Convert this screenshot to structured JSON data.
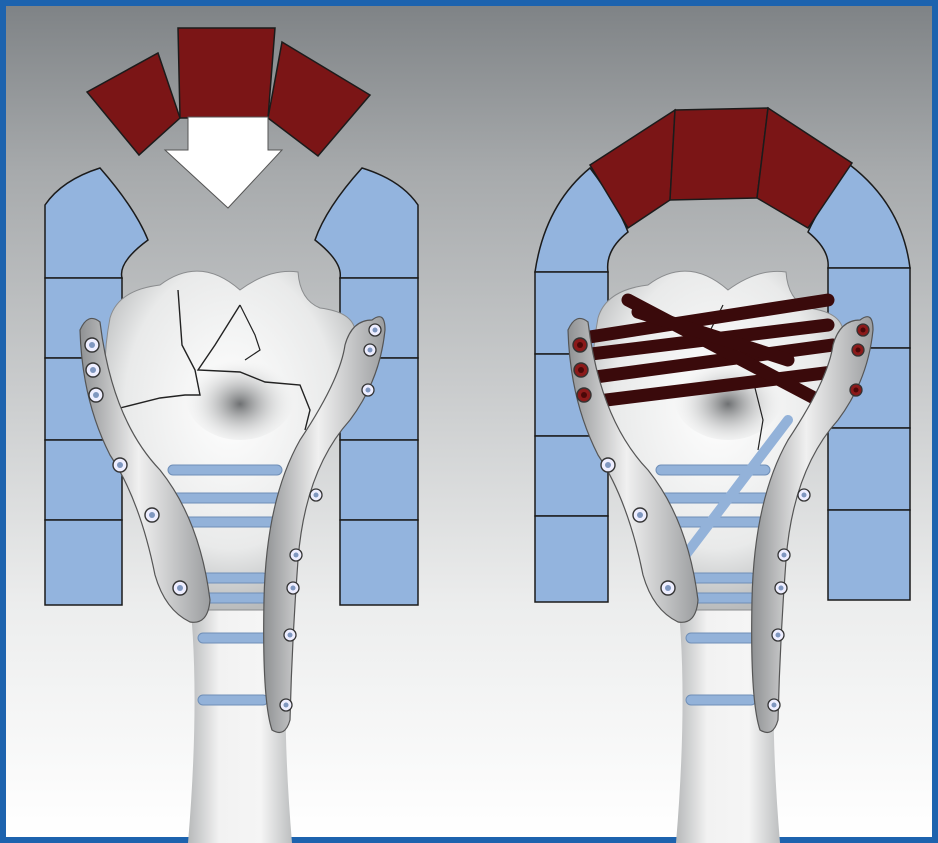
{
  "figure": {
    "panels": [
      {
        "id": "before-fixation",
        "keystone_state": "separated",
        "arrow": "down",
        "posts_per_side": 5
      },
      {
        "id": "after-fixation",
        "keystone_state": "seated",
        "arrow": "none",
        "posts_per_side": 5
      }
    ],
    "colors": {
      "frame_border": "#1d63ae",
      "arch_block": "#93b4de",
      "keystone_block": "#7b1516",
      "outline": "#1b1b1b",
      "arrow": "#ffffff",
      "bone": "#efefef",
      "plate": "#d9dadb",
      "screw": "#93b2d9",
      "raft_screw": "#3a0a0b"
    }
  }
}
